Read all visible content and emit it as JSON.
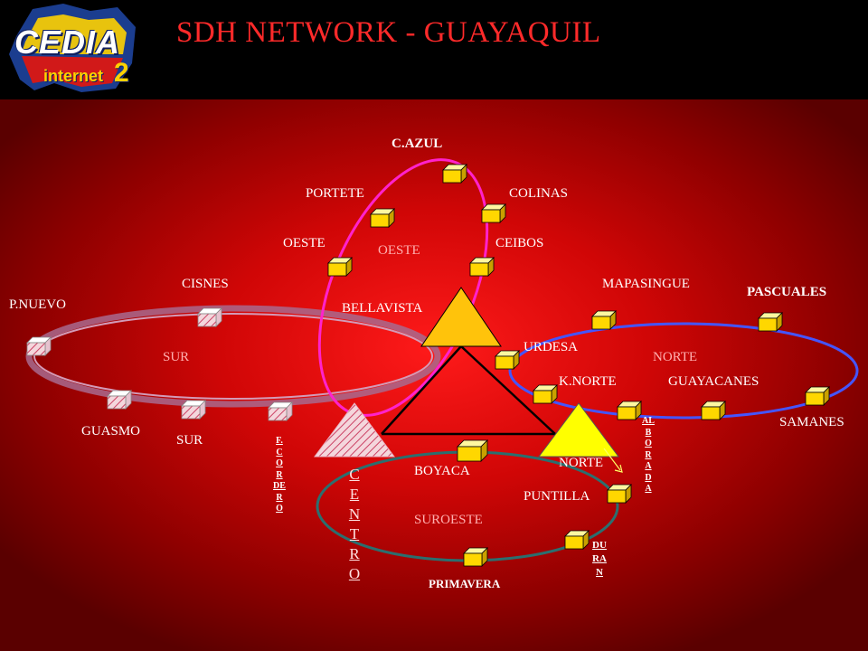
{
  "title": "SDH  NETWORK - GUAYAQUIL",
  "logo": {
    "brand": "CEDIA",
    "sub": "internet",
    "num": "2"
  },
  "colors": {
    "yellow": "#ffd700",
    "pink_ring": "#ff22cc",
    "blue_ring": "#4455ff",
    "green_ring": "#2b6f6f",
    "sur_ring": "#c07aa0"
  },
  "rings": {
    "oeste": "OESTE",
    "sur": "SUR",
    "norte": "NORTE",
    "suroeste": "SUROESTE"
  },
  "nodes": {
    "c_azul": "C.AZUL",
    "portete": "PORTETE",
    "colinas": "COLINAS",
    "oeste": "OESTE",
    "ceibos": "CEIBOS",
    "bellavista": "BELLAVISTA",
    "cisnes": "CISNES",
    "p_nuevo": "P.NUEVO",
    "guasmo": "GUASMO",
    "sur": "SUR",
    "f_cordero": "F.CORDERO",
    "centro": "CENTRO",
    "boyaca": "BOYACA",
    "urdesa": "URDESA",
    "mapasingue": "MAPASINGUE",
    "pascuales": "PASCUALES",
    "k_norte": "K.NORTE",
    "guayacanes": "GUAYACANES",
    "samanes": "SAMANES",
    "alborada": "ALBORADA",
    "norte": "NORTE",
    "puntilla": "PUNTILLA",
    "duran": "DURAN",
    "primavera": "PRIMAVERA"
  }
}
